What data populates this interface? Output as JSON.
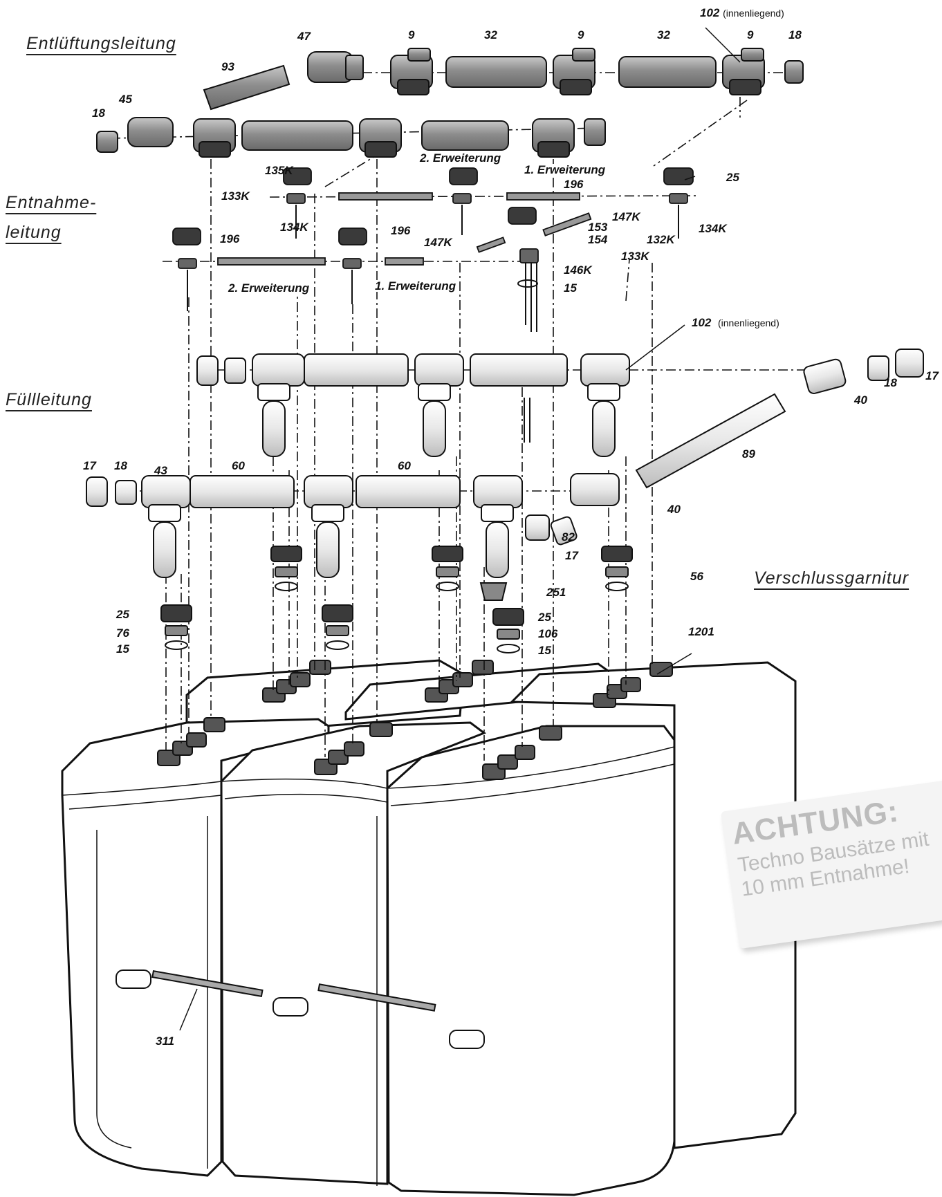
{
  "sections": {
    "vent_line": "Entlüftungsleitung",
    "draw_line_1": "Entnahme-",
    "draw_line_2": "leitung",
    "fill_line": "Füllleitung",
    "closure_set": "Verschlussgarnitur"
  },
  "extensions": {
    "first": "1. Erweiterung",
    "second": "2. Erweiterung"
  },
  "part_labels": {
    "p102": "102",
    "p102_note": "(innenliegend)",
    "p47": "47",
    "p9": "9",
    "p32": "32",
    "p18": "18",
    "p93": "93",
    "p45": "45",
    "p135K": "135K",
    "p133K": "133K",
    "p134K": "134K",
    "p25": "25",
    "p196": "196",
    "p147K": "147K",
    "p153": "153",
    "p154": "154",
    "p132K": "132K",
    "p146K": "146K",
    "p15": "15",
    "p17": "17",
    "p40": "40",
    "p89": "89",
    "p43": "43",
    "p60": "60",
    "p82": "82",
    "p56": "56",
    "p251": "251",
    "p76": "76",
    "p106": "106",
    "p1201": "1201",
    "p311": "311"
  },
  "warning": {
    "title": "ACHTUNG:",
    "line1": "Techno Bausätze mit",
    "line2": "10 mm Entnahme!"
  },
  "colors": {
    "part_fill": "#9a9a9a",
    "part_dark": "#3a3a3a",
    "tank_fill": "#ffffff",
    "line": "#111111",
    "warning_text": "#bcbcbc"
  }
}
